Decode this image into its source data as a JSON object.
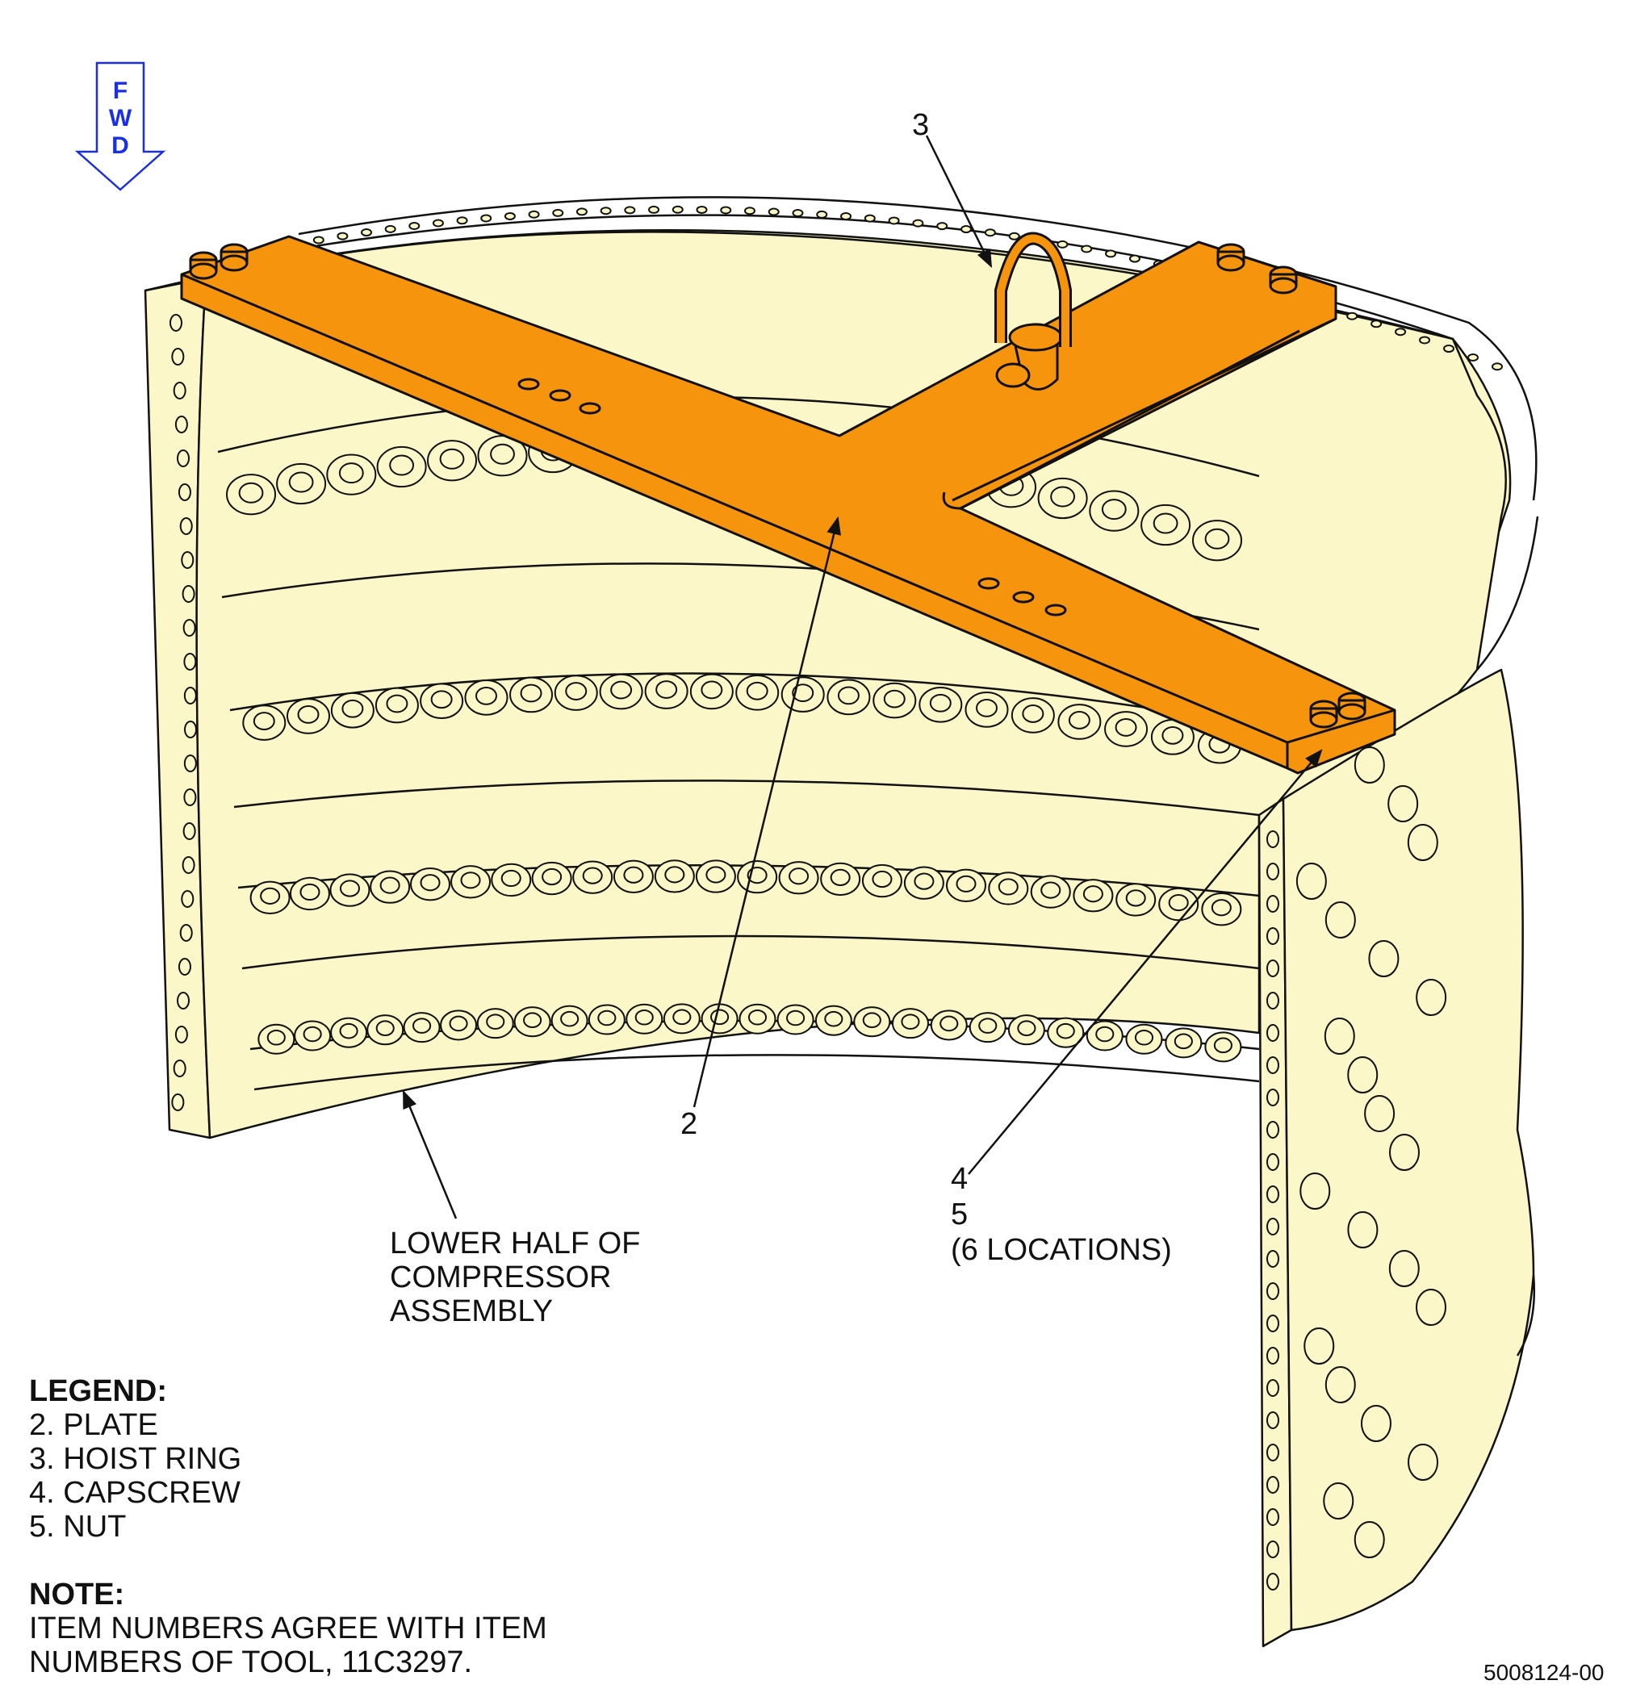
{
  "fwd_indicator": {
    "letters": [
      "F",
      "W",
      "D"
    ],
    "color": "#1a2ee6"
  },
  "callouts": {
    "c3": "3",
    "c2": "2",
    "c4": "4",
    "c5": "5",
    "c6loc": "(6 LOCATIONS)"
  },
  "assembly_label": [
    "LOWER HALF OF",
    "COMPRESSOR",
    "ASSEMBLY"
  ],
  "legend": {
    "title": "LEGEND:",
    "items": [
      "2. PLATE",
      "3. HOIST RING",
      "4. CAPSCREW",
      "5. NUT"
    ]
  },
  "note": {
    "title": "NOTE:",
    "lines": [
      "ITEM NUMBERS AGREE WITH ITEM",
      "NUMBERS OF TOOL, 11C3297."
    ]
  },
  "figure_number": "5008124-00",
  "colors": {
    "casing_fill": "#fbf7c8",
    "tool_fill": "#f7940e",
    "line": "#111111"
  }
}
